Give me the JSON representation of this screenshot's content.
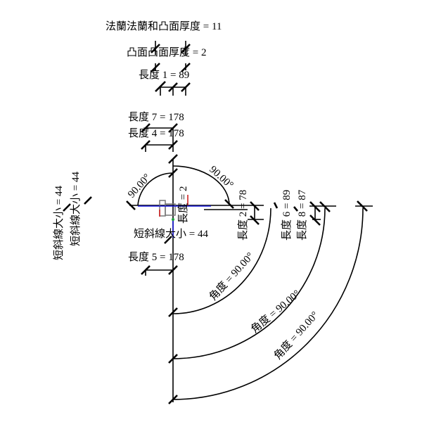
{
  "dimensions": {
    "flange_thickness": "法蘭法蘭和凸面厚度 = 11",
    "raised_face_thickness": "凸面凸面厚度 = 2",
    "length_1": "長度 1 = 89",
    "length_7": "長度 7 = 178",
    "length_4": "長度 4 = 178",
    "length_5": "長度 5 = 178",
    "length_2": "長度 2 = 78",
    "length_6": "長度 6 = 89",
    "length_8": "長度 8 = 87",
    "length_center": "長度 = 2",
    "short_slash_1": "短斜線大小 = 44",
    "short_slash_2": "短斜線大小 = 44",
    "short_slash_3": "短斜線大小 = 44",
    "angle_top_left": "90.00°",
    "angle_top_right": "90.00°",
    "angle_1": "角度 = 90.00°",
    "angle_2": "角度 = 90.00°",
    "angle_3": "角度 = 90.00°"
  },
  "colors": {
    "line": "#000000",
    "axis_x": "#1a1adc",
    "axis_y": "#d02020",
    "axis_z": "#20a040"
  }
}
